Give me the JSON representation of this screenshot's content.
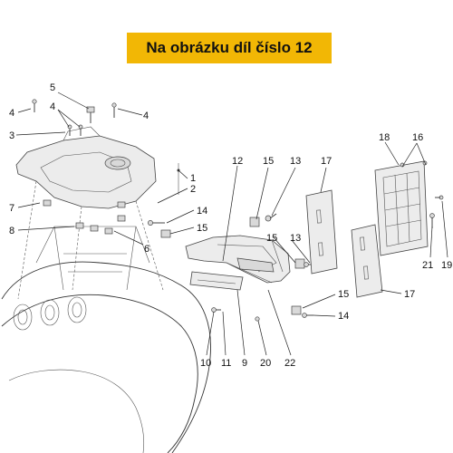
{
  "banner": {
    "text": "Na obrázku díl číslo 12"
  },
  "colors": {
    "accent": "#f2b705",
    "line": "#333333"
  },
  "callouts": {
    "c1": "1",
    "c2": "2",
    "c3": "3",
    "c4a": "4",
    "c4b": "4",
    "c4c": "4",
    "c5": "5",
    "c6": "6",
    "c7": "7",
    "c8": "8",
    "c9": "9",
    "c10": "10",
    "c11": "11",
    "c12": "12",
    "c13a": "13",
    "c13b": "13",
    "c14a": "14",
    "c14b": "14",
    "c15a": "15",
    "c15b": "15",
    "c15c": "15",
    "c15d": "15",
    "c16": "16",
    "c17a": "17",
    "c17b": "17",
    "c18": "18",
    "c19": "19",
    "c20": "20",
    "c21": "21",
    "c22": "22"
  }
}
